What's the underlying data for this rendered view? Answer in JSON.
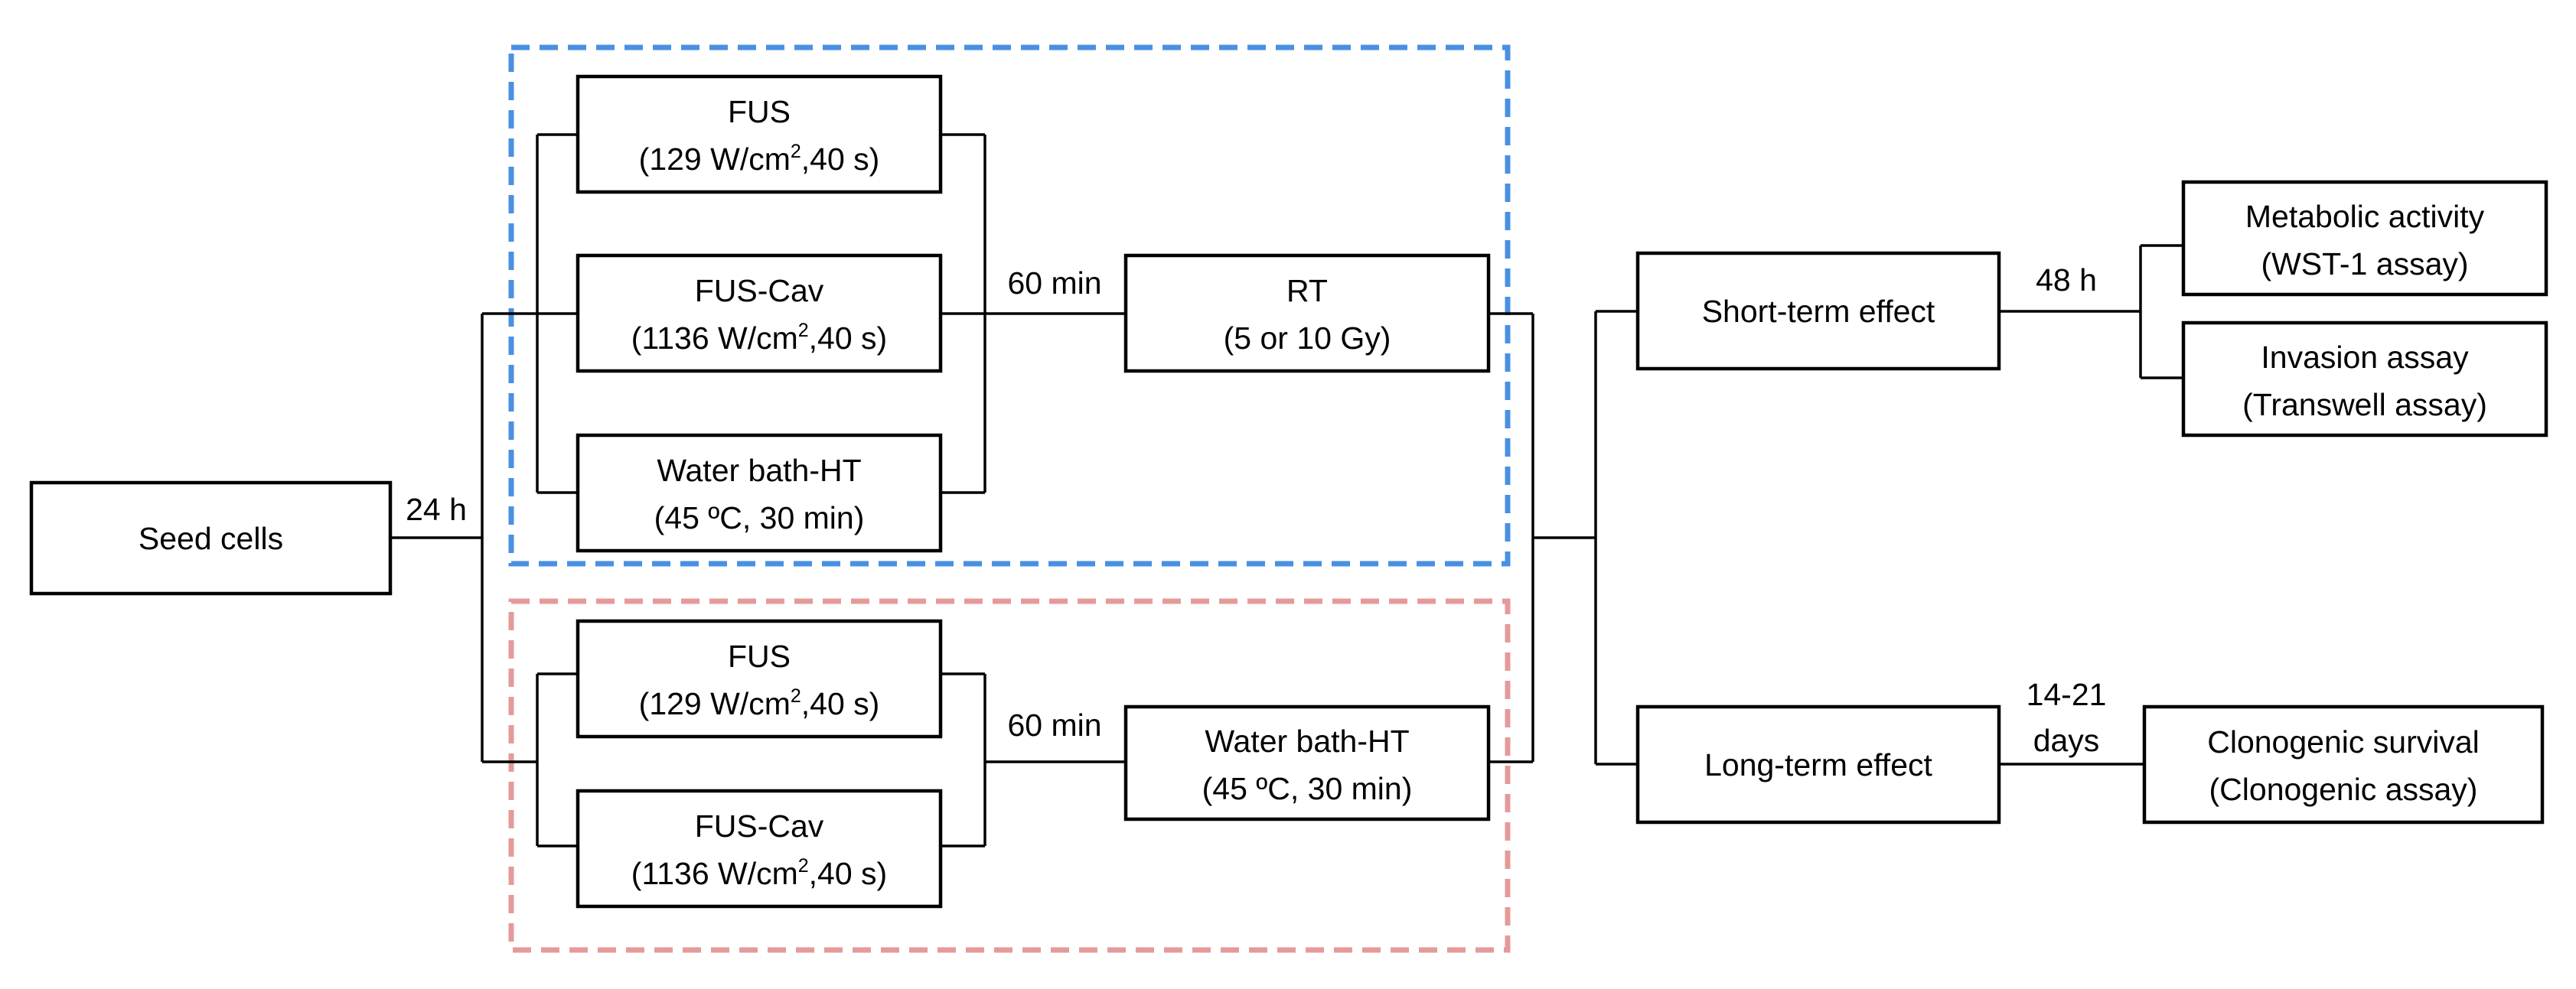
{
  "colors": {
    "group_rt": "#4a90e2",
    "group_ht": "#e59a9a",
    "line": "#000000"
  },
  "boxes": {
    "seed": {
      "line1": "Seed cells"
    },
    "fus_rt": {
      "line1": "FUS",
      "line2a": "(129 W/cm",
      "sup": "2",
      "line2b": ",40 s)"
    },
    "fuscav_rt": {
      "line1": "FUS-Cav",
      "line2a": "(1136 W/cm",
      "sup": "2",
      "line2b": ",40 s)"
    },
    "waterbath": {
      "line1": "Water bath-HT",
      "line2": "(45 ºC, 30 min)"
    },
    "rt": {
      "line1": "RT",
      "line2": "(5 or 10 Gy)"
    },
    "fus_ht": {
      "line1": "FUS",
      "line2a": "(129 W/cm",
      "sup": "2",
      "line2b": ",40 s)"
    },
    "fuscav_ht": {
      "line1": "FUS-Cav",
      "line2a": "(1136 W/cm",
      "sup": "2",
      "line2b": ",40 s)"
    },
    "waterbath_ht": {
      "line1": "Water bath-HT",
      "line2": "(45 ºC, 30 min)"
    },
    "short_term": {
      "line1": "Short-term effect"
    },
    "long_term": {
      "line1": "Long-term effect"
    },
    "metabolic": {
      "line1": "Metabolic activity",
      "line2": "(WST-1 assay)"
    },
    "invasion": {
      "line1": "Invasion assay",
      "line2": "(Transwell assay)"
    },
    "clonogenic": {
      "line1": "Clonogenic survival",
      "line2": "(Clonogenic assay)"
    }
  },
  "edge_labels": {
    "seed_delay": "24 h",
    "rt_delay": "60 min",
    "ht_delay": "60 min",
    "short_delay": "48 h",
    "long_delay_1": "14-21",
    "long_delay_2": "days"
  }
}
